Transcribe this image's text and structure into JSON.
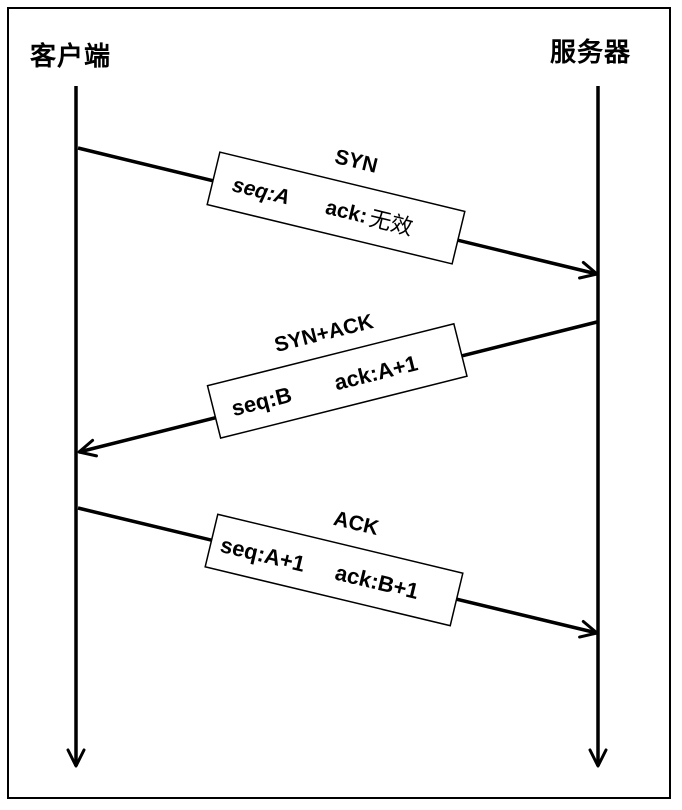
{
  "actors": {
    "client": "客户端",
    "server": "服务器"
  },
  "messages": [
    {
      "title": "SYN",
      "seq": "seq:A",
      "ack_prefix": "ack:",
      "ack_value": "无效"
    },
    {
      "title": "SYN+ACK",
      "seq": "seq:B",
      "ack_prefix": "ack:A+1",
      "ack_value": ""
    },
    {
      "title": "ACK",
      "seq": "seq:A+1",
      "ack_prefix": "ack:B+1",
      "ack_value": ""
    }
  ],
  "colors": {
    "line": "#000000",
    "background": "#ffffff"
  }
}
